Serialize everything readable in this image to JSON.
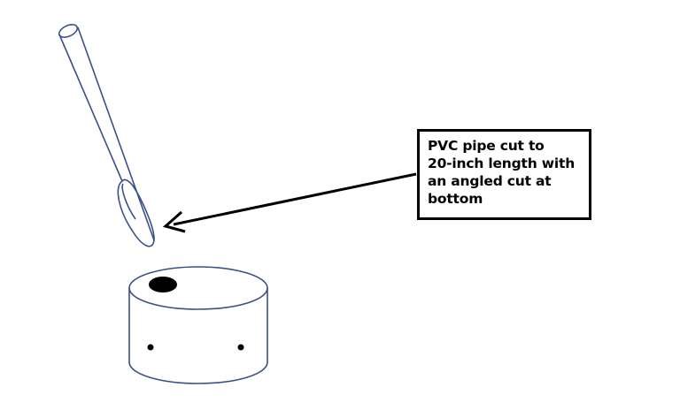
{
  "callout": {
    "lines": [
      "PVC pipe cut to",
      "20-inch length with",
      "an angled cut at",
      "bottom"
    ]
  },
  "colors": {
    "outline": "#3b4f8a",
    "arrow": "#000000",
    "hole_fill": "#000000",
    "background": "#ffffff"
  },
  "icons": {
    "pipe": "pvc-pipe-icon",
    "base": "cylinder-base-icon",
    "arrow": "arrow-icon"
  }
}
